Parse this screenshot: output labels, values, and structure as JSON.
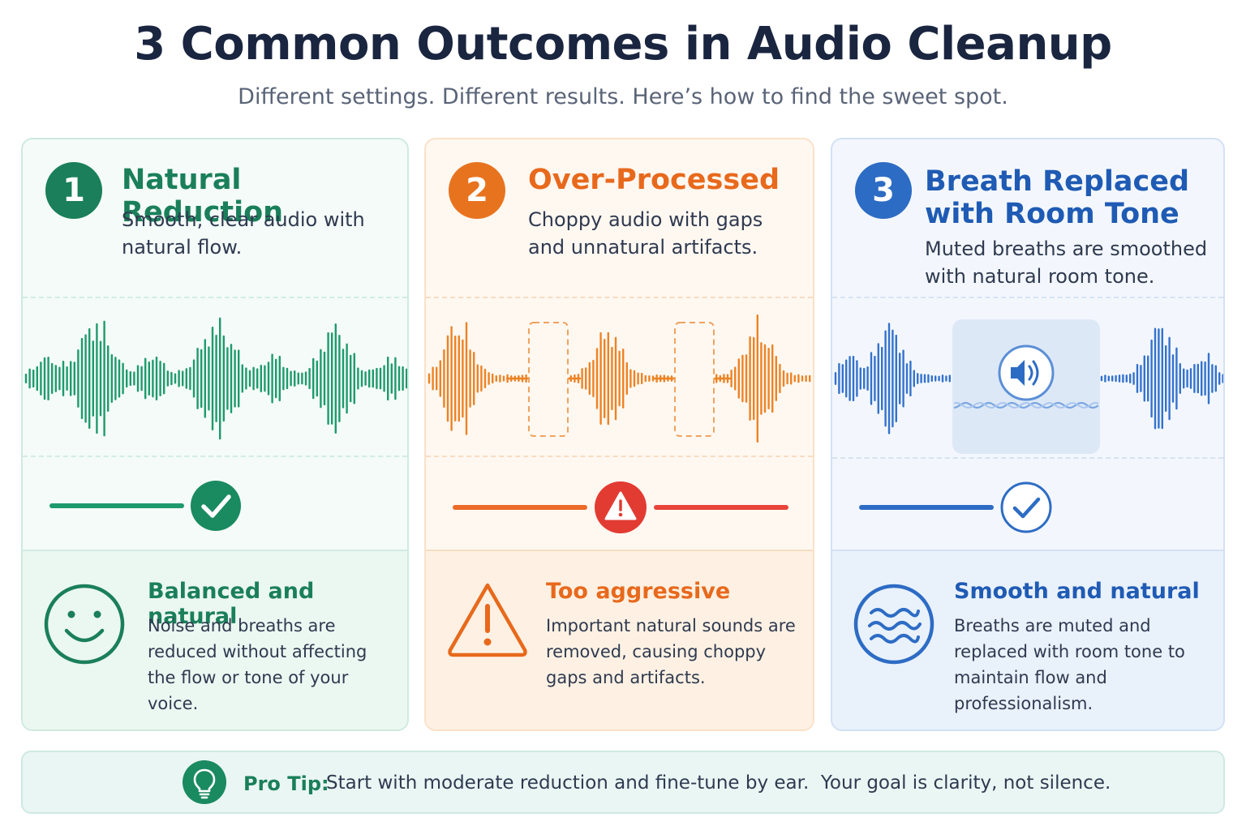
{
  "header": {
    "title": "3 Common Outcomes in Audio Cleanup",
    "subtitle": "Different settings. Different results. Here’s how to find the sweet spot."
  },
  "cards": [
    {
      "number": "1",
      "title": "Natural Reduction",
      "description": "Smooth, clear audio with natural flow.",
      "status_icon": "check-icon",
      "result_icon": "smiley-icon",
      "result_title": "Balanced and natural",
      "result_text": "Noise and breaths are reduced without affecting the flow or tone of your voice.",
      "color": "#1a7f5a"
    },
    {
      "number": "2",
      "title": "Over-Processed",
      "description": "Choppy audio with gaps and unnatural artifacts.",
      "status_icon": "warning-icon",
      "result_icon": "warning-triangle-icon",
      "result_title": "Too aggressive",
      "result_text": "Important natural sounds are removed, causing choppy gaps and artifacts.",
      "color": "#e8731f"
    },
    {
      "number": "3",
      "title": "Breath Replaced with Room Tone",
      "description": "Muted breaths are smoothed with natural room tone.",
      "status_icon": "check-outline-icon",
      "result_icon": "waves-icon",
      "result_title": "Smooth and natural",
      "result_text": "Breaths are muted and replaced with room tone to maintain flow and professionalism.",
      "color": "#2d6cc4"
    }
  ],
  "tip": {
    "icon": "lightbulb-icon",
    "label": "Pro Tip:",
    "text": "Start with moderate reduction and fine-tune by ear.  Your goal is clarity, not silence."
  }
}
